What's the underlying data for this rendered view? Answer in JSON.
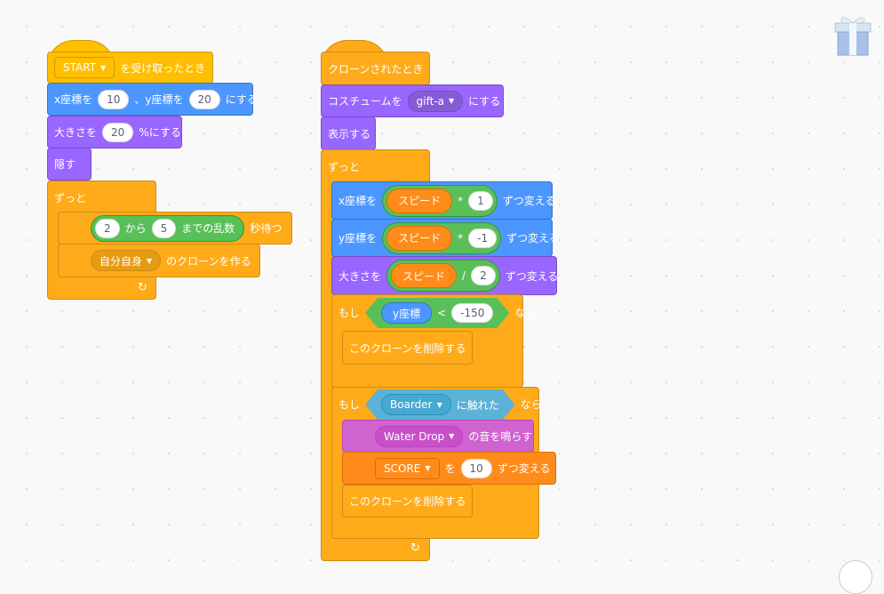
{
  "script1": {
    "hat": {
      "dropdown": "START",
      "label": "を受け取ったとき"
    },
    "goto": {
      "l1": "x座標を",
      "x": "10",
      "l2": "、y座標を",
      "y": "20",
      "l3": "にする"
    },
    "size": {
      "l1": "大きさを",
      "v": "20",
      "l2": "%にする"
    },
    "hide": "隠す",
    "forever": "ずっと",
    "wait": {
      "a": "2",
      "l1": "から",
      "b": "5",
      "l2": "までの乱数",
      "l3": "秒待つ"
    },
    "clone": {
      "dropdown": "自分自身",
      "label": "のクローンを作る"
    }
  },
  "script2": {
    "hat": "クローンされたとき",
    "costume": {
      "l1": "コスチュームを",
      "dropdown": "gift-a",
      "l2": "にする"
    },
    "show": "表示する",
    "forever": "ずっと",
    "changex": {
      "l1": "x座標を",
      "var": "スピード",
      "op": "*",
      "v": "1",
      "l2": "ずつ変える"
    },
    "changey": {
      "l1": "y座標を",
      "var": "スピード",
      "op": "*",
      "v": "-1",
      "l2": "ずつ変える"
    },
    "changesize": {
      "l1": "大きさを",
      "var": "スピード",
      "op": "/",
      "v": "2",
      "l2": "ずつ変える"
    },
    "if1": {
      "l1": "もし",
      "rep": "y座標",
      "op": "<",
      "v": "-150",
      "l2": "なら",
      "body": "このクローンを削除する"
    },
    "if2": {
      "l1": "もし",
      "dropdown": "Boarder",
      "touch": "に触れた",
      "l2": "なら",
      "sound": {
        "dropdown": "Water Drop",
        "label": "の音を鳴らす"
      },
      "score": {
        "dropdown": "SCORE",
        "l1": "を",
        "v": "10",
        "l2": "ずつ変える"
      },
      "delete": "このクローンを削除する"
    }
  },
  "icons": {
    "loop": "↻",
    "arrow": "▾",
    "gift": "gift-icon"
  }
}
